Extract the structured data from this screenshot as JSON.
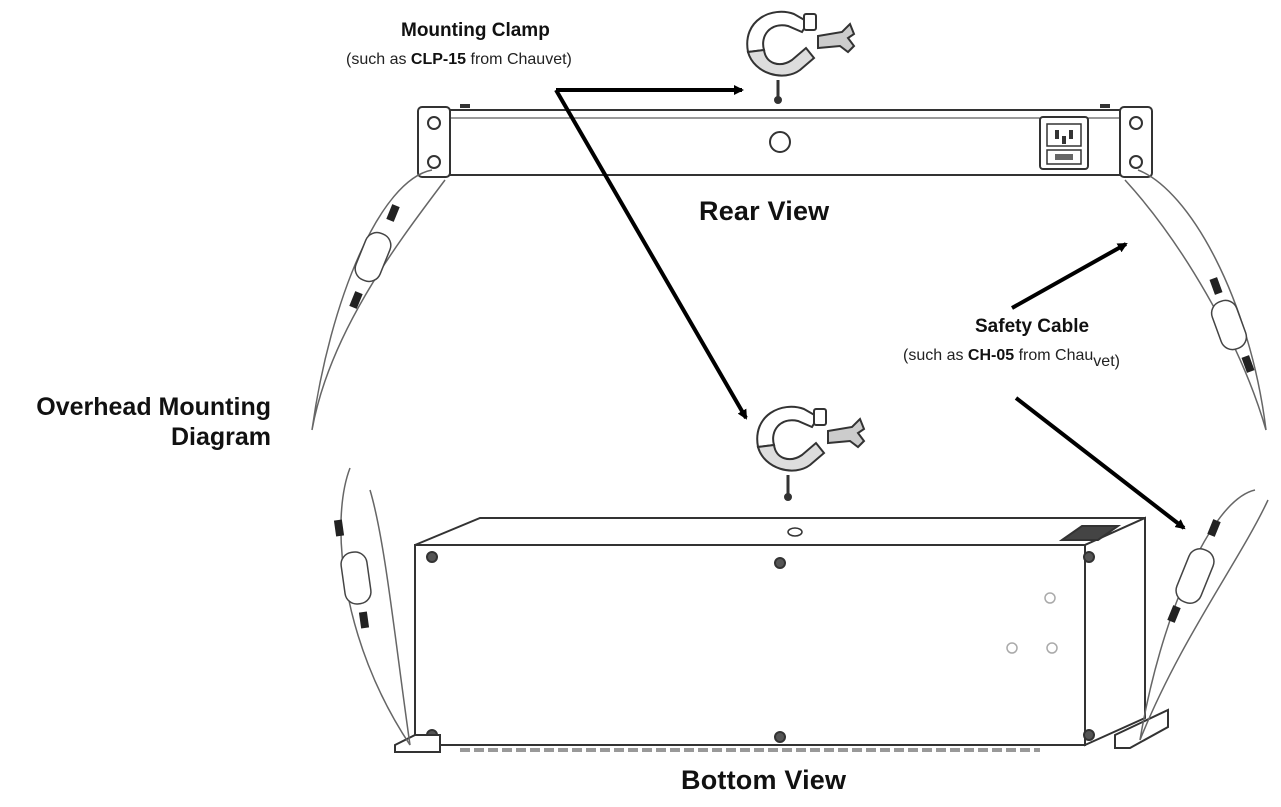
{
  "labels": {
    "mounting_clamp": {
      "title": "Mounting Clamp",
      "sub_prefix": "(such as ",
      "sub_bold": "CLP-15",
      "sub_suffix": " from Chauvet)"
    },
    "rear_view": "Rear View",
    "safety_cable": {
      "title": "Safety Cable",
      "sub_prefix": "(such as ",
      "sub_bold": "CH-05",
      "sub_suffix": " from Chau",
      "sub_tail": "vet)"
    },
    "overhead": {
      "line1": "Overhead Mounting",
      "line2": "Diagram"
    },
    "bottom_view": "Bottom View"
  },
  "colors": {
    "line": "#333333",
    "arrow": "#000000",
    "cable": "#666666",
    "fill": "#ffffff"
  }
}
